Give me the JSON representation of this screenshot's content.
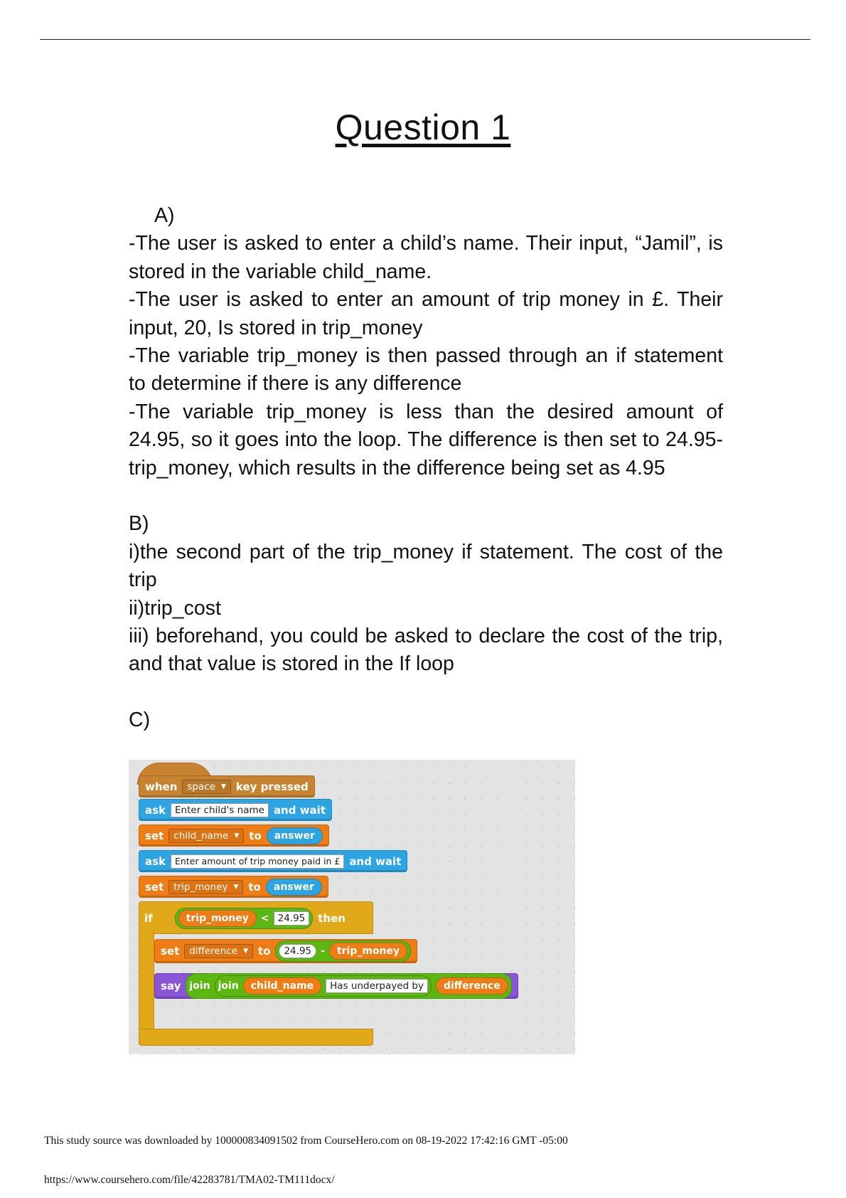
{
  "document": {
    "title": "Question 1",
    "section_a": {
      "label": "A)",
      "lines": [
        "-The user is asked to enter a child’s name. Their input, “Jamil”, is stored in the variable child_name.",
        "-The user is asked to enter an amount of trip money in £. Their input, 20, Is stored in trip_money",
        "-The variable trip_money is then passed through an if statement to determine if there is any difference",
        "-The variable trip_money is less than the desired amount of 24.95, so it goes into the loop. The difference is then set to 24.95-trip_money, which results in the difference being set as 4.95"
      ]
    },
    "section_b": {
      "label": "B)",
      "lines": [
        "i)the second part of the trip_money if statement. The cost of the trip",
        "ii)trip_cost",
        "iii) beforehand, you could be asked to declare the cost of the trip, and that value is stored in the If loop"
      ]
    },
    "section_c": {
      "label": "C)"
    }
  },
  "scratch": {
    "hat": {
      "when": "when",
      "key": "space",
      "rest": "key pressed"
    },
    "ask1": {
      "ask": "ask",
      "prompt": "Enter child's name",
      "and_wait": "and wait"
    },
    "set1": {
      "set": "set",
      "var": "child_name",
      "to": "to",
      "value": "answer"
    },
    "ask2": {
      "ask": "ask",
      "prompt": "Enter amount of trip money paid in £",
      "and_wait": "and wait"
    },
    "set2": {
      "set": "set",
      "var": "trip_money",
      "to": "to",
      "value": "answer"
    },
    "if_block": {
      "if": "if",
      "left": "trip_money",
      "op": "<",
      "right": "24.95",
      "then": "then"
    },
    "set3": {
      "set": "set",
      "var": "difference",
      "to": "to",
      "num": "24.95",
      "op": "-",
      "value": "trip_money"
    },
    "say": {
      "say": "say",
      "join1": "join",
      "join2": "join",
      "var": "child_name",
      "text": "Has underpayed by",
      "value": "difference"
    }
  },
  "footer": {
    "source": "This study source was downloaded by 100000834091502 from CourseHero.com on 08-19-2022 17:42:16 GMT -05:00",
    "url": "https://www.coursehero.com/file/42283781/TMA02-TM111docx/"
  },
  "colors": {
    "events": "#c88330",
    "sensing": "#2ca5e2",
    "variables": "#ee7d16",
    "control": "#e1a91a",
    "operators": "#5cb712",
    "looks": "#8a55d7"
  }
}
